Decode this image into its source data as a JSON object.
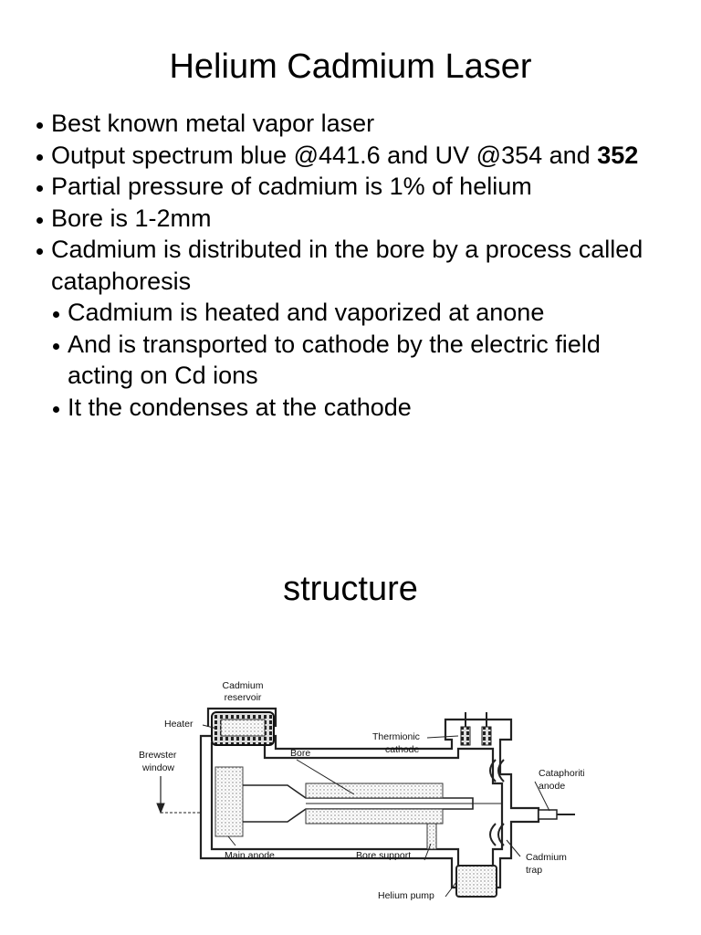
{
  "slide1": {
    "title": "Helium Cadmium Laser",
    "bullets": [
      {
        "text": "Best known metal vapor laser"
      },
      {
        "text": "Output spectrum blue @441.6 and UV @354 and ",
        "bold": "352"
      },
      {
        "text": "Partial pressure of cadmium is 1% of helium"
      },
      {
        "text": "Bore is 1-2mm"
      },
      {
        "text": "Cadmium is distributed in the bore by a process called cataphoresis"
      }
    ],
    "subbullets": [
      {
        "text": "Cadmium is heated and vaporized at anone"
      },
      {
        "text": "And is transported to cathode by the electric field acting on Cd ions"
      },
      {
        "text": "It the condenses at the cathode"
      }
    ]
  },
  "slide2": {
    "title": "structure",
    "diagram_labels": {
      "cadmium_reservoir_1": "Cadmium",
      "cadmium_reservoir_2": "reservoir",
      "heater": "Heater",
      "brewster_1": "Brewster",
      "brewster_2": "window",
      "bore": "Bore",
      "thermionic_1": "Thermionic",
      "thermionic_2": "cathode",
      "cataphoretic_1": "Cataphoritic",
      "cataphoretic_2": "anode",
      "main_anode": "Main anode",
      "bore_support": "Bore support",
      "cadmium_trap_1": "Cadmium",
      "cadmium_trap_2": "trap",
      "helium_pump": "Helium pump"
    }
  }
}
